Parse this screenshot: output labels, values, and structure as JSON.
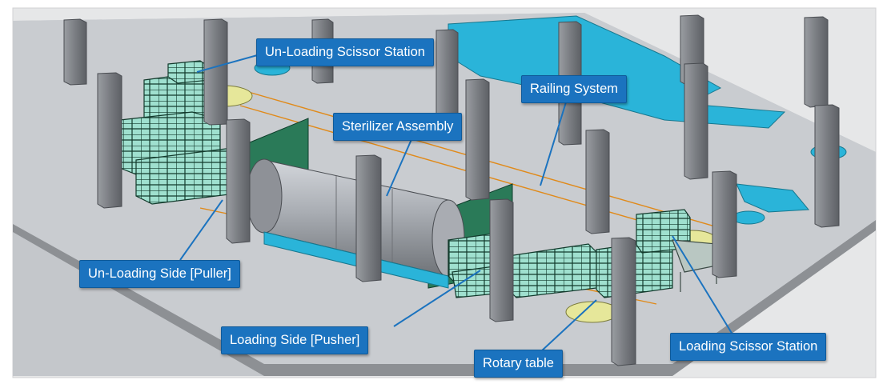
{
  "labels": {
    "unloading_scissor_station": "Un-Loading Scissor Station",
    "railing_system": "Railing System",
    "sterilizer_assembly": "Sterilizer Assembly",
    "unloading_side": "Un-Loading Side [Puller]",
    "loading_side": "Loading Side [Pusher]",
    "rotary_table": "Rotary table",
    "loading_scissor_station": "Loading Scissor Station"
  },
  "colors": {
    "callout": "#1b73bf",
    "floor": "#c9ccd0",
    "pit": "#2ab4d9",
    "rail": "#e08a1a",
    "rotary_table": "#e6e79a",
    "rack_glass": "#8fd9c9",
    "sterilizer": "#a4a7ad",
    "frame": "#1f6b4c"
  }
}
